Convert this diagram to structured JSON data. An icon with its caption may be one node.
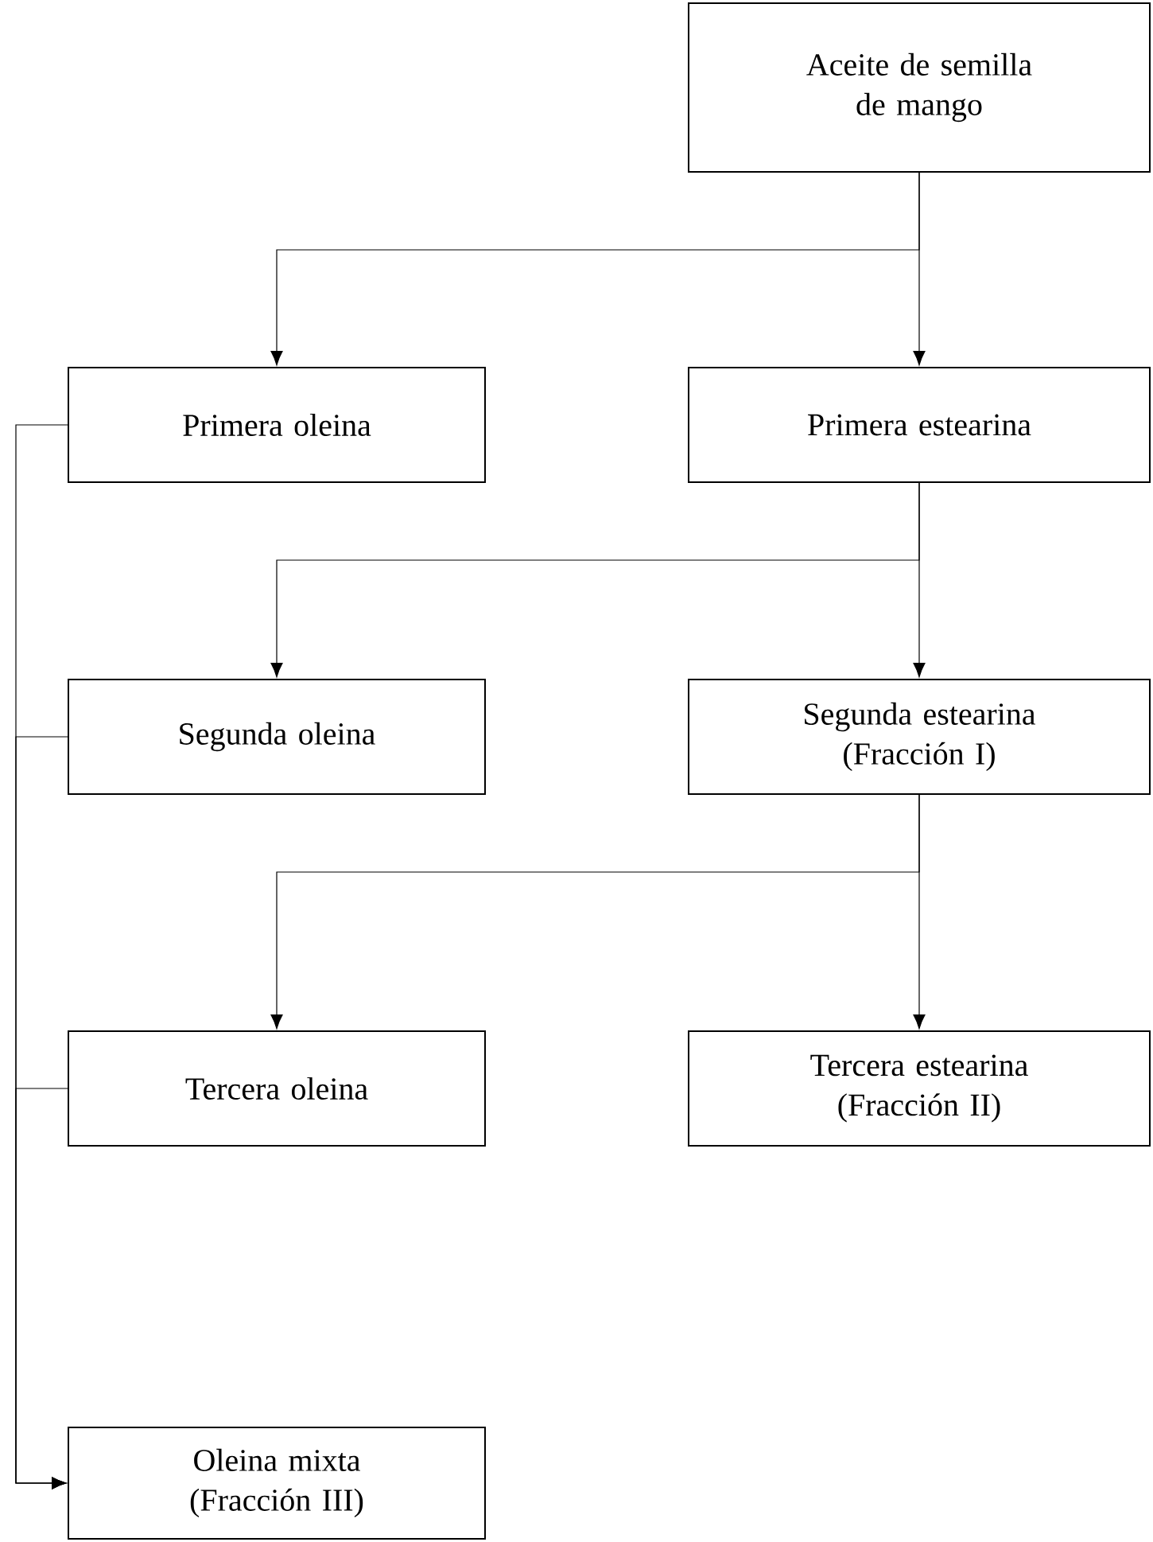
{
  "diagram": {
    "nodes": [
      {
        "text": [
          "Aceite de semilla de mango"
        ]
      },
      {
        "text": [
          "Primera oleina"
        ]
      },
      {
        "text": [
          "Primera estearina"
        ]
      },
      {
        "text": [
          "Segunda oleina"
        ]
      },
      {
        "text": [
          "Segunda estearina (Fracción I)"
        ]
      },
      {
        "text": [
          "Tercera oleina"
        ]
      },
      {
        "text": [
          "Tercera estearina (Fracción II)"
        ]
      },
      {
        "text": [
          "Oleina mixta (Fracción III)"
        ]
      }
    ],
    "edges": [
      {
        "from": 0,
        "to": 1,
        "arrow": "to"
      },
      {
        "from": 0,
        "to": 2,
        "arrow": "to"
      },
      {
        "from": 2,
        "to": 3,
        "arrow": "to"
      },
      {
        "from": 2,
        "to": 4,
        "arrow": "to"
      },
      {
        "from": 4,
        "to": 5,
        "arrow": "to"
      },
      {
        "from": 4,
        "to": 6,
        "arrow": "to"
      },
      {
        "from": 1,
        "to": 7,
        "arrow": "to"
      },
      {
        "from": 3,
        "to": 7,
        "arrow": "to"
      },
      {
        "from": 5,
        "to": 7,
        "arrow": "to"
      }
    ]
  }
}
